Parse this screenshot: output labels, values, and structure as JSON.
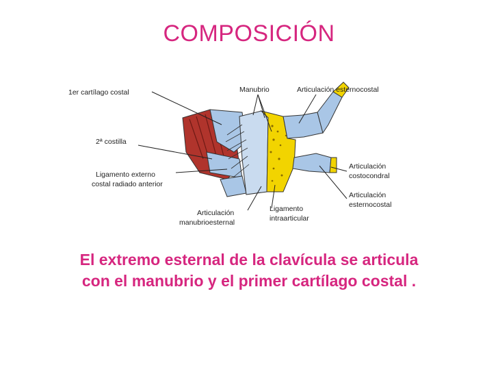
{
  "title": "COMPOSICIÓN",
  "figure": {
    "labels": {
      "first_cartilage": "1er cartílago costal",
      "manubrio": "Manubrio",
      "artic_esternocostal_top": "Articulación esternocostal",
      "second_rib": "2ª costilla",
      "ligamento_externo_1": "Ligamento externo",
      "ligamento_externo_2": "costal radiado anterior",
      "artic_costocondral_1": "Articulación",
      "artic_costocondral_2": "costocondral",
      "artic_esternocostal_1": "Articulación",
      "artic_esternocostal_2": "esternocostal",
      "artic_manubrio_1": "Articulación",
      "artic_manubrio_2": "manubrioesternal",
      "lig_intra_1": "Ligamento",
      "lig_intra_2": "intraarticular"
    },
    "colors": {
      "cartilage": "#a9c6e6",
      "bone": "#f2d400",
      "muscle": "#b0342c",
      "sternum": "#c9dbef"
    }
  },
  "caption": "El extremo esternal de la clavícula se articula con el manubrio y el primer cartílago costal ."
}
